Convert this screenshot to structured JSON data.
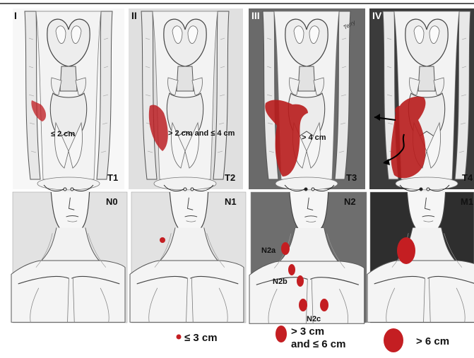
{
  "stages": [
    {
      "roman": "I",
      "t_label": "T1",
      "n_label": "N0",
      "size_text": "≤ 2 cm"
    },
    {
      "roman": "II",
      "t_label": "T2",
      "n_label": "N1",
      "size_text": "> 2 cm and ≤ 4 cm"
    },
    {
      "roman": "III",
      "t_label": "T3",
      "n_label": "N2",
      "size_text": "> 4 cm"
    },
    {
      "roman": "IV",
      "t_label": "T4",
      "n_label": "M1",
      "size_text": ""
    }
  ],
  "n2_sublabels": [
    "N2a",
    "N2b",
    "N2c"
  ],
  "signature": "Terry",
  "legend": [
    {
      "text": "≤ 3 cm"
    },
    {
      "line1": "> 3 cm",
      "line2": "and ≤ 6 cm"
    },
    {
      "text": "> 6 cm"
    }
  ],
  "colors": {
    "tumor": "#b81c1c",
    "node": "#c41e22",
    "dark_bg": "#3b3b3b",
    "mid_bg": "#6a6a6a"
  }
}
